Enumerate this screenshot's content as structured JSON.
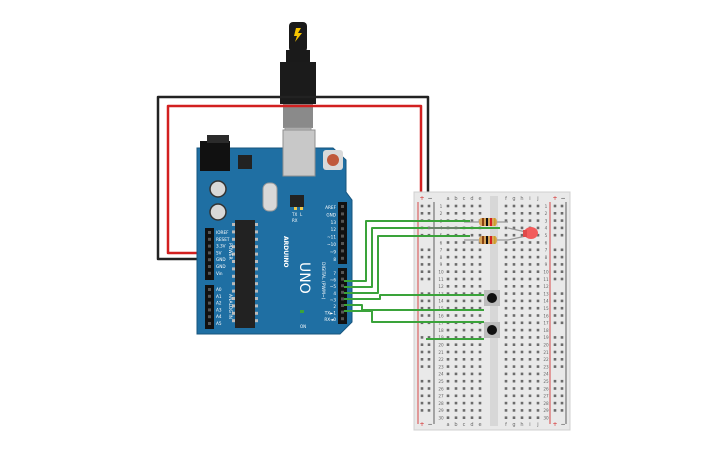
{
  "arduino": {
    "board_name": "UNO",
    "brand": "ARDUINO",
    "digital_label": "DIGITAL (PWM~)",
    "power_header_title": "POWER",
    "analog_header_title": "ANALOG IN",
    "top_pin_labels": [
      "AREF",
      "GND",
      "13",
      "12",
      "~11",
      "~10",
      "~9",
      "8"
    ],
    "lower_digital_labels": [
      "7",
      "~6",
      "~5",
      "4",
      "~3",
      "2",
      "TX►1",
      "RX◄0"
    ],
    "power_pin_labels": [
      "IOREF",
      "RESET",
      "3.3V",
      "5V",
      "GND",
      "GND",
      "Vin"
    ],
    "analog_pin_labels": [
      "A0",
      "A1",
      "A2",
      "A3",
      "A4",
      "A5"
    ],
    "tx_label": "TX",
    "rx_label": "RX",
    "on_label": "ON",
    "l_label": "L"
  },
  "breadboard": {
    "columns_left": [
      "a",
      "b",
      "c",
      "d",
      "e"
    ],
    "columns_right": [
      "f",
      "g",
      "h",
      "i",
      "j"
    ],
    "row_numbers": [
      "1",
      "2",
      "3",
      "4",
      "5",
      "6",
      "7",
      "8",
      "9",
      "10",
      "11",
      "12",
      "13",
      "14",
      "15",
      "16",
      "17",
      "18",
      "19",
      "20",
      "21",
      "22",
      "23",
      "24",
      "25",
      "26",
      "27",
      "28",
      "29",
      "30"
    ],
    "plus_sign": "+",
    "minus_sign": "−"
  },
  "colors": {
    "board": "#1f6fa3",
    "breadboard": "#e9e9e9",
    "wire_green": "#3aa33a",
    "wire_red": "#d22020",
    "wire_black": "#222222",
    "led_red": "#f25c5c",
    "usb_cable": "#1a1a1a"
  },
  "components": {
    "leds": [
      "red-led"
    ],
    "resistors": [
      "resistor-1",
      "resistor-2"
    ],
    "pushbuttons": [
      "pushbutton-1",
      "pushbutton-2"
    ]
  }
}
